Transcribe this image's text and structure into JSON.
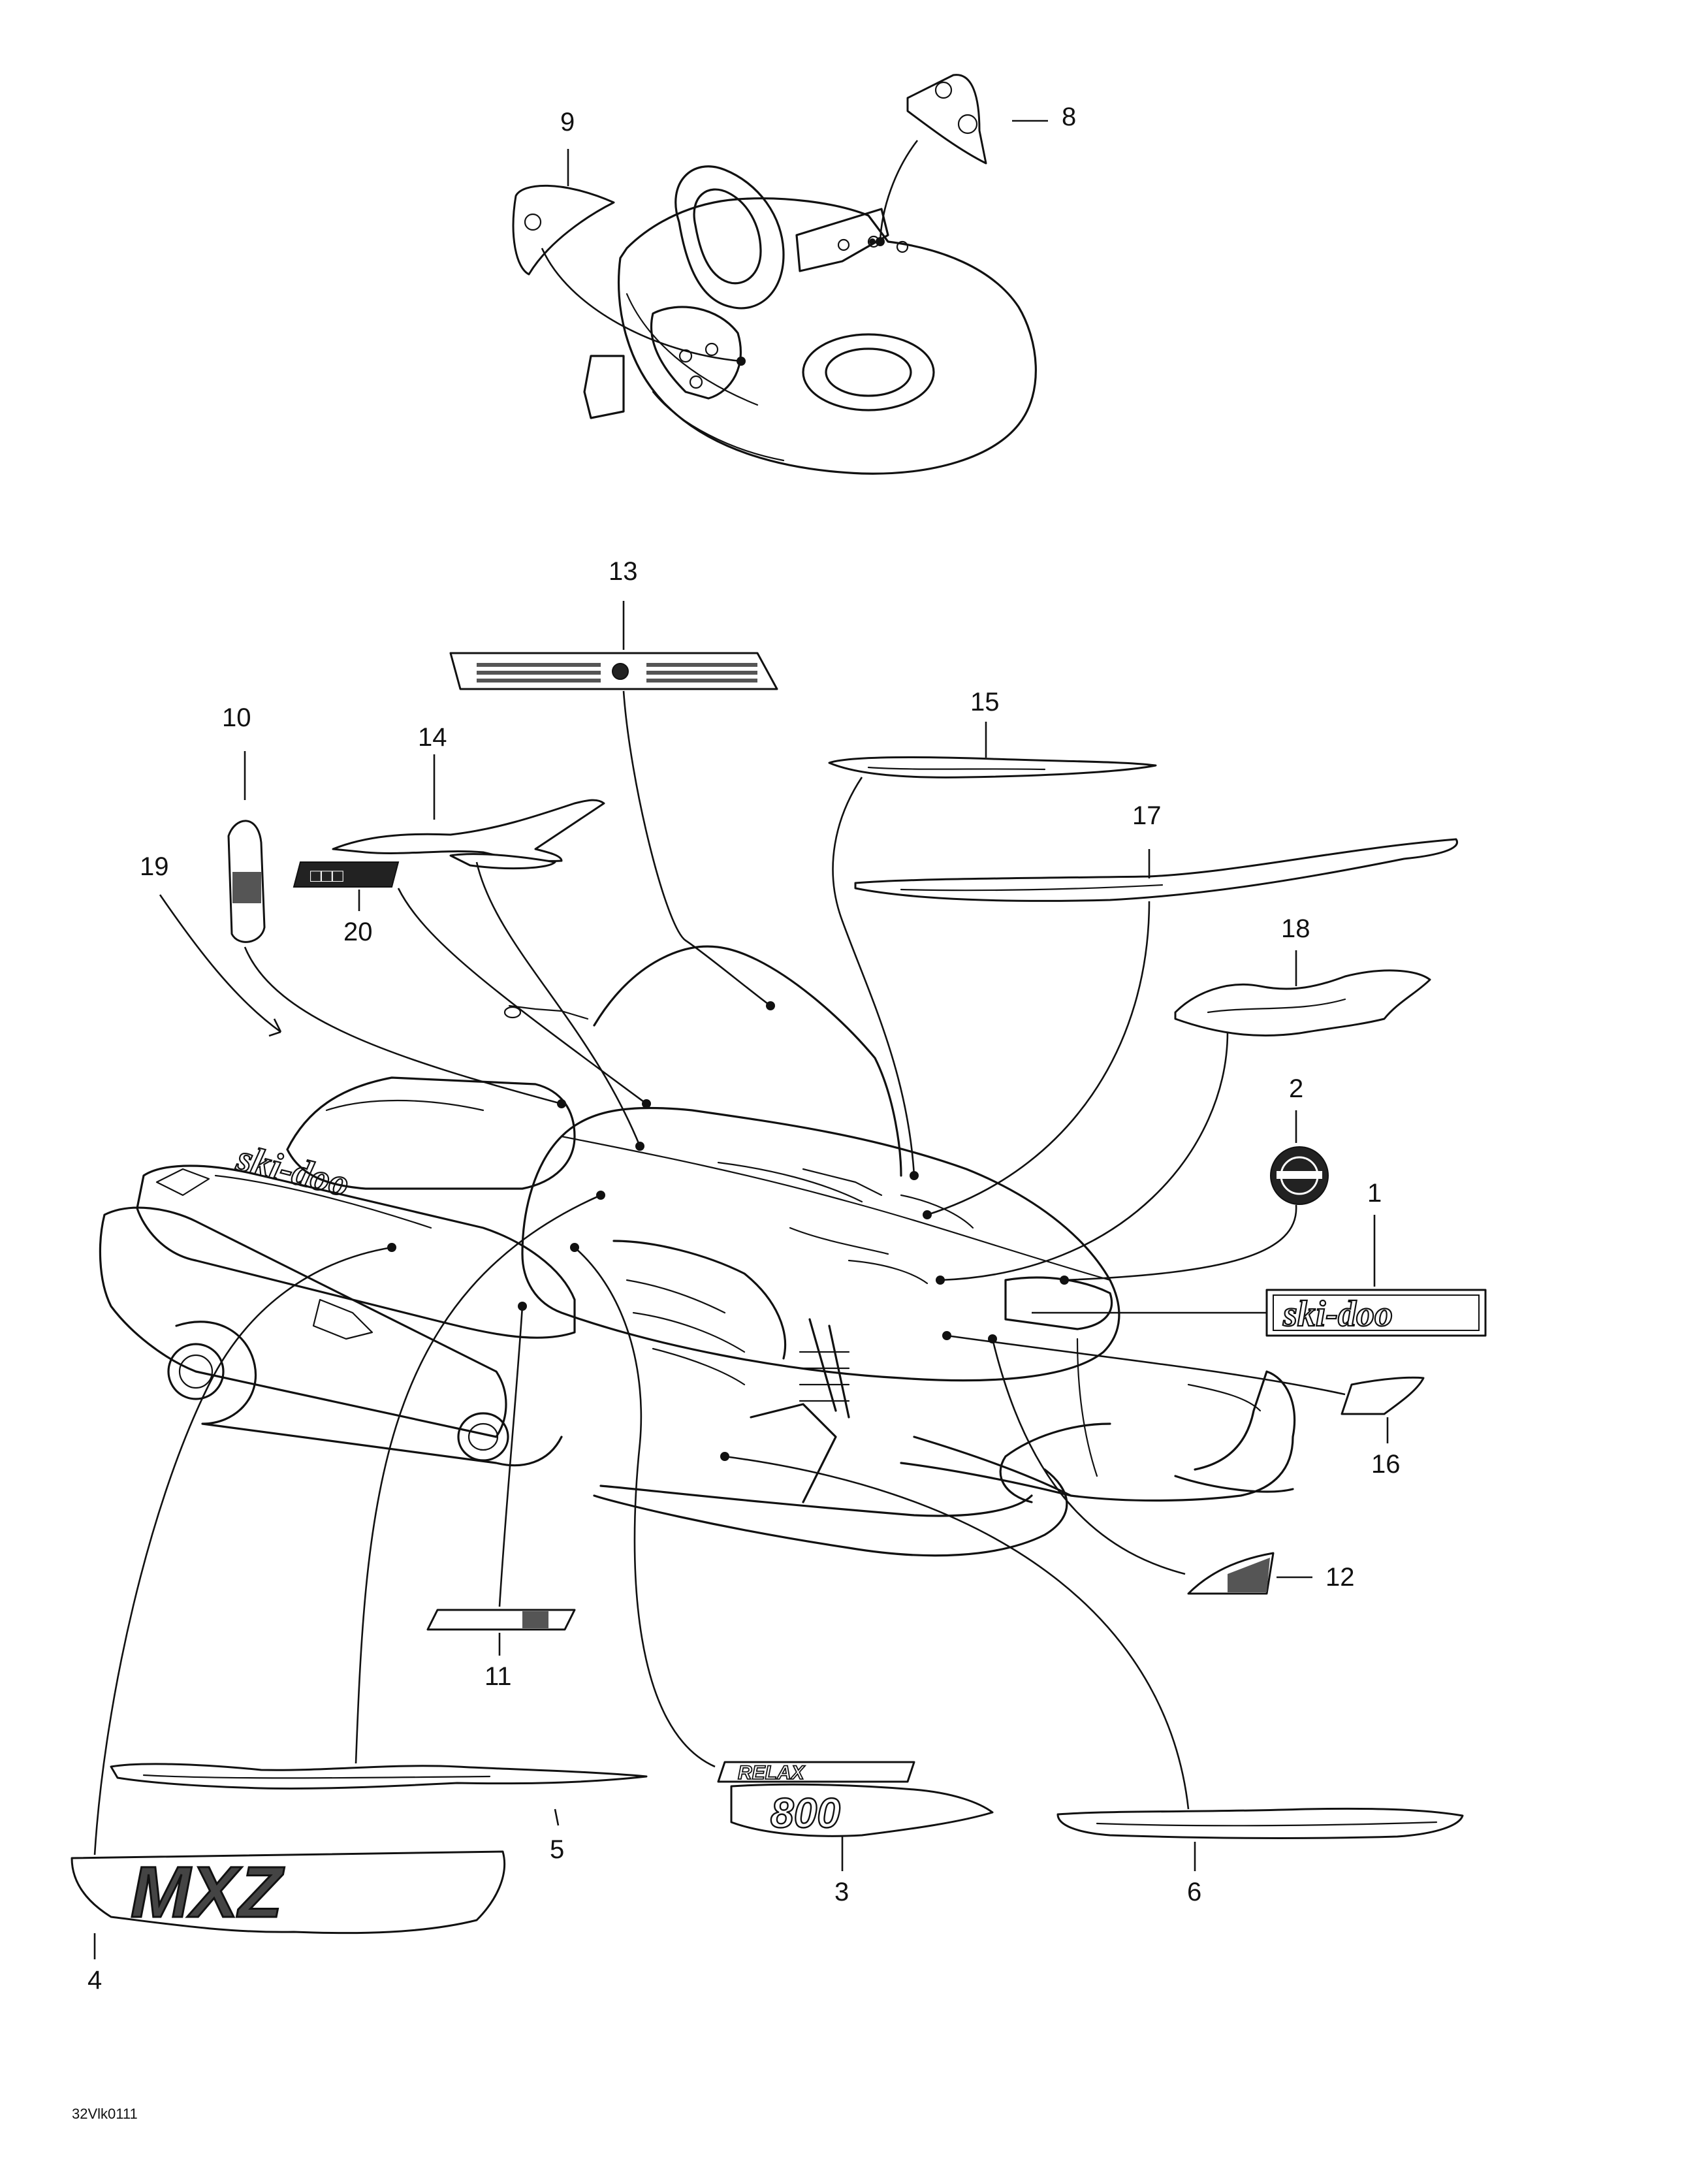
{
  "diagram": {
    "callouts": [
      {
        "id": "c1",
        "label": "1"
      },
      {
        "id": "c2",
        "label": "2"
      },
      {
        "id": "c3",
        "label": "3"
      },
      {
        "id": "c4",
        "label": "4"
      },
      {
        "id": "c5",
        "label": "5"
      },
      {
        "id": "c6",
        "label": "6"
      },
      {
        "id": "c8",
        "label": "8"
      },
      {
        "id": "c9",
        "label": "9"
      },
      {
        "id": "c10",
        "label": "10"
      },
      {
        "id": "c11",
        "label": "11"
      },
      {
        "id": "c12",
        "label": "12"
      },
      {
        "id": "c13",
        "label": "13"
      },
      {
        "id": "c14",
        "label": "14"
      },
      {
        "id": "c15",
        "label": "15"
      },
      {
        "id": "c16",
        "label": "16"
      },
      {
        "id": "c17",
        "label": "17"
      },
      {
        "id": "c18",
        "label": "18"
      },
      {
        "id": "c19",
        "label": "19"
      },
      {
        "id": "c20",
        "label": "20"
      }
    ],
    "decal_text": {
      "ski_doo": "ski-doo",
      "mxz": "MXZ",
      "relax": "RELAX",
      "number_800": "800"
    },
    "reference_code": "32Vlk0111"
  }
}
